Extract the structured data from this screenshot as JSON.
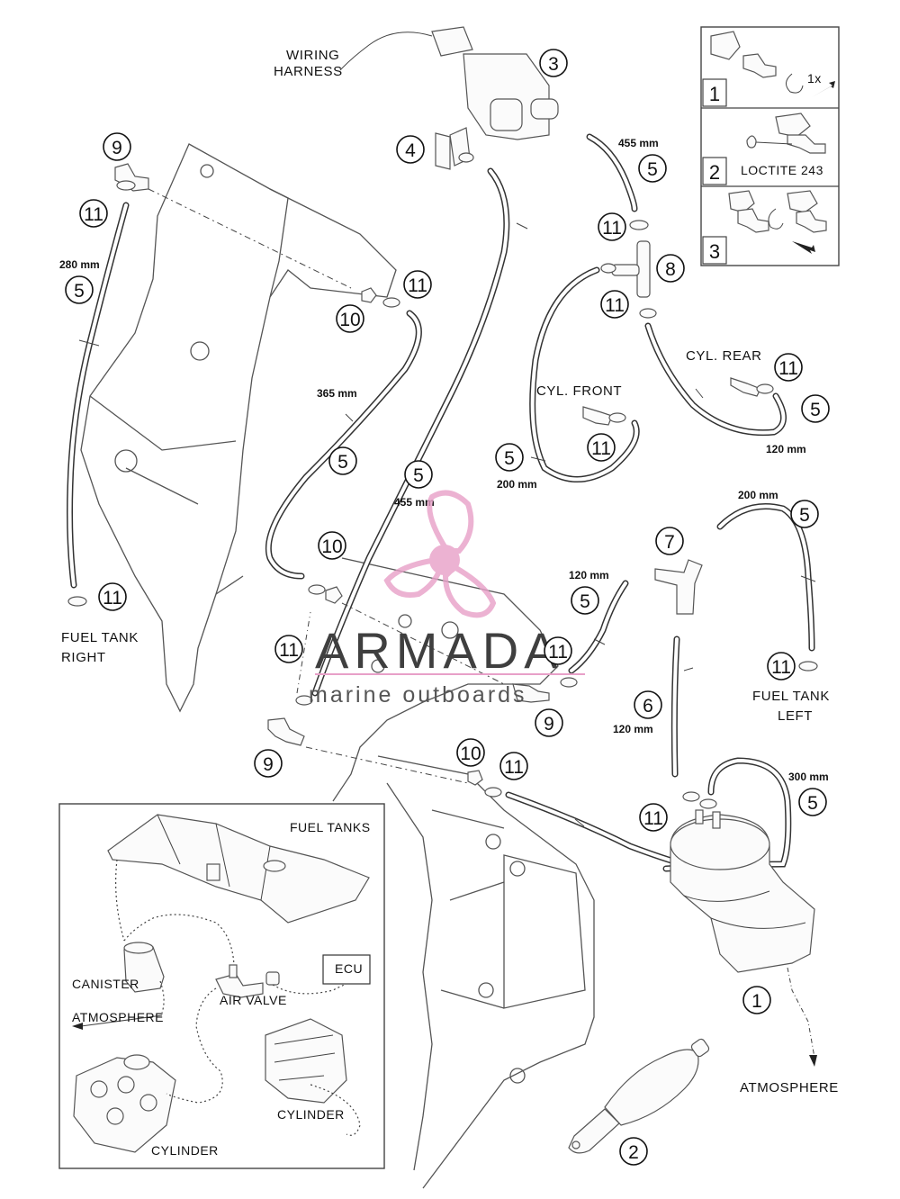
{
  "labels": {
    "wiring_harness_1": "WIRING",
    "wiring_harness_2": "HARNESS",
    "cyl_front": "CYL. FRONT",
    "cyl_rear": "CYL. REAR",
    "fuel_tank_right_1": "FUEL TANK",
    "fuel_tank_right_2": "RIGHT",
    "fuel_tank_left_1": "FUEL TANK",
    "fuel_tank_left_2": "LEFT",
    "atmosphere": "ATMOSPHERE"
  },
  "measurements": {
    "m455_top": "455 mm",
    "m280": "280 mm",
    "m365": "365 mm",
    "m455_mid": "455 mm",
    "m200_front": "200 mm",
    "m120_rear": "120 mm",
    "m200_left": "200 mm",
    "m120_mid": "120 mm",
    "m120_hose6": "120 mm",
    "m300": "300 mm"
  },
  "callouts": {
    "c1": "1",
    "c2": "2",
    "c3": "3",
    "c4": "4",
    "c5": "5",
    "c6": "6",
    "c7": "7",
    "c8": "8",
    "c9": "9",
    "c10": "10",
    "c11": "11"
  },
  "instruction_box": {
    "step1": "1",
    "step1_turns": "1x",
    "step2": "2",
    "step2_text": "LOCTITE 243",
    "step3": "3"
  },
  "schematic": {
    "fuel_tanks": "FUEL TANKS",
    "ecu": "ECU",
    "canister": "CANISTER",
    "air_valve": "AIR VALVE",
    "atmosphere": "ATMOSPHERE",
    "cylinder_1": "CYLINDER",
    "cylinder_2": "CYLINDER"
  },
  "watermark": {
    "brand": "ARMADA",
    "sub": "marine outboards",
    "color": "#e8a0c8"
  }
}
